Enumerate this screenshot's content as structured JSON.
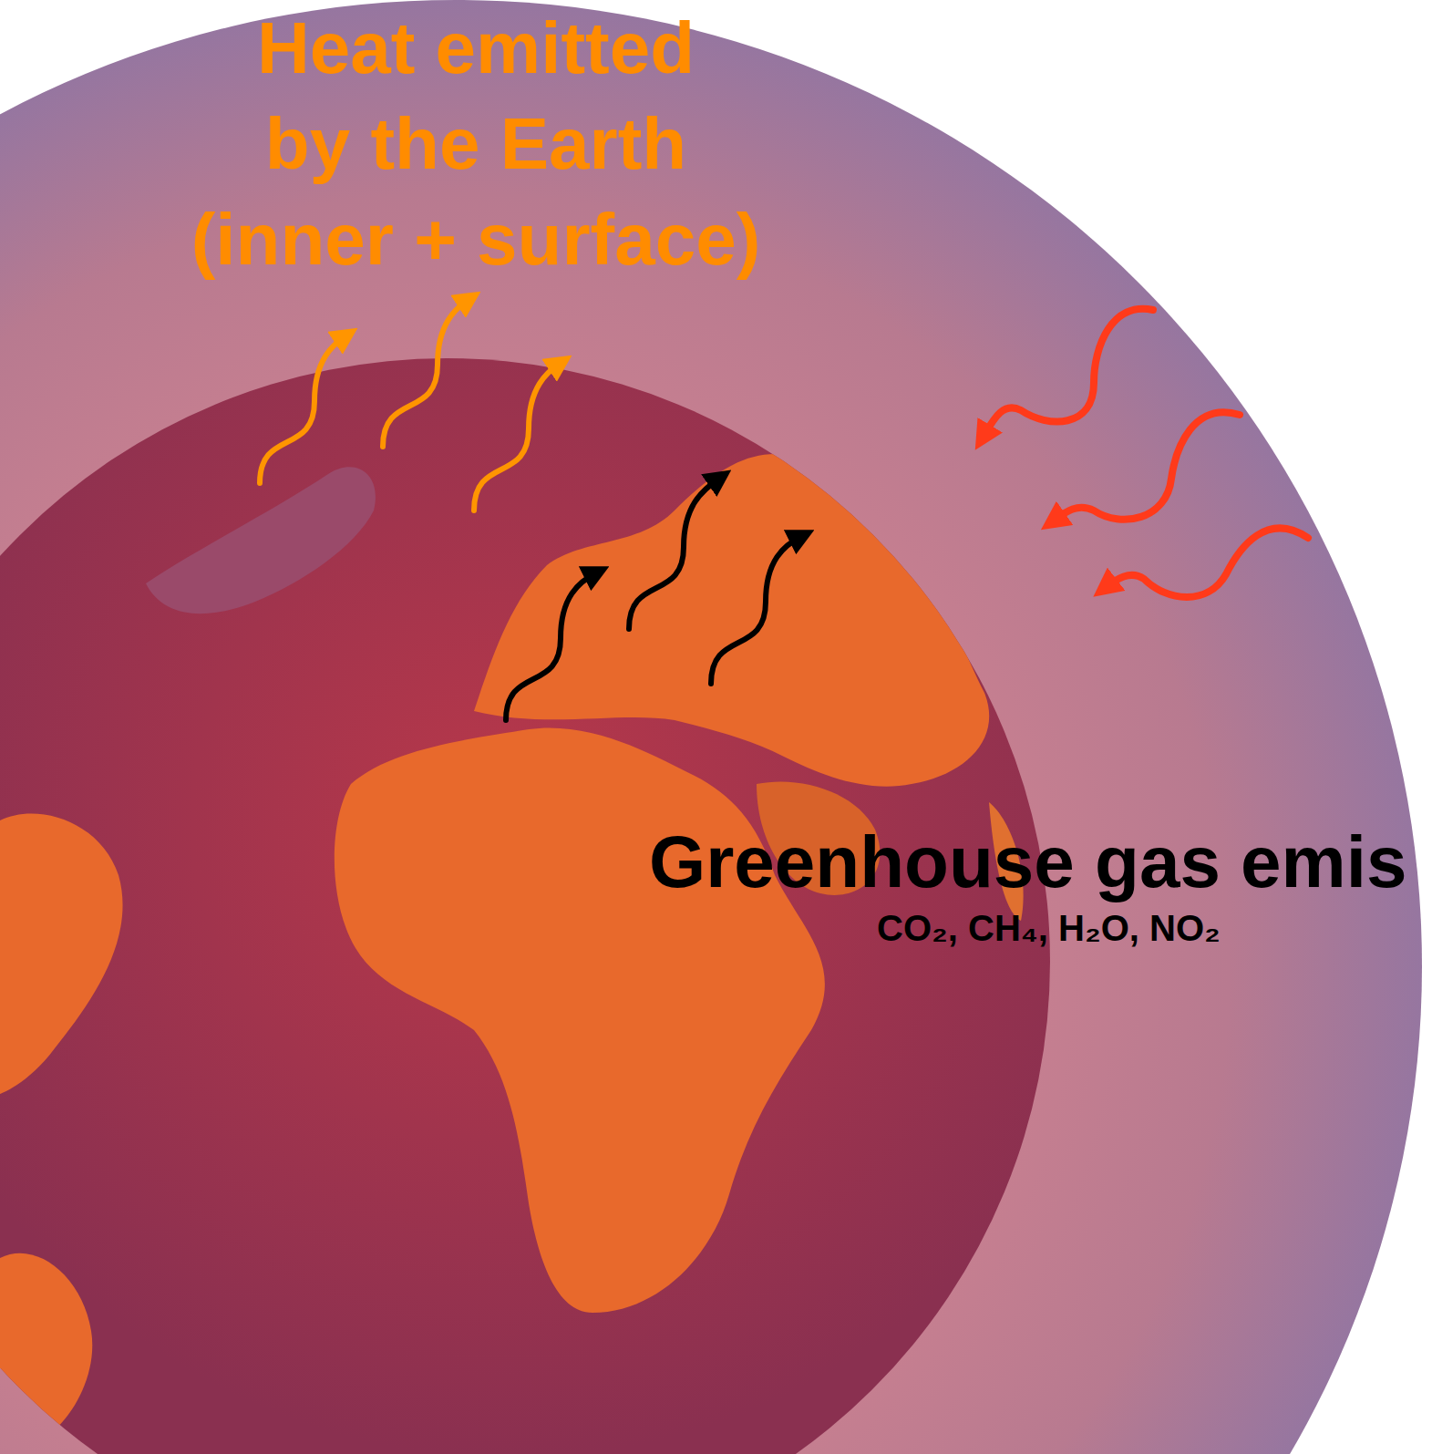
{
  "diagram": {
    "labels": [
      "Heat emitted by the Earth (inner + surface)",
      "Greenhouse gas emis",
      "CO₂, CH₄, H₂O, NO₂"
    ]
  }
}
